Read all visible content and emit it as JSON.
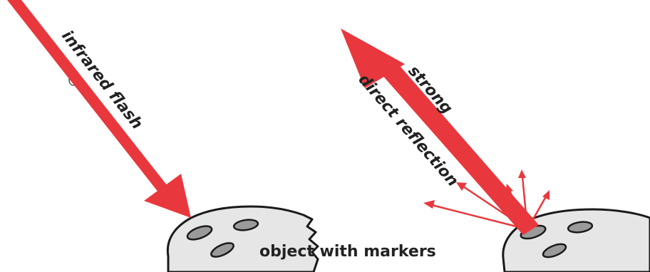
{
  "diagram": {
    "fragment_char": "e",
    "label_infrared": "infrared flash",
    "label_strong": "strong",
    "label_direct": "direct reflection",
    "caption": "object with markers"
  },
  "colors": {
    "arrow": "#e8383d",
    "object_fill": "#e6e6e6",
    "object_stroke": "#1a1a1a",
    "marker_fill": "#9a9a9a",
    "text": "#222222"
  }
}
